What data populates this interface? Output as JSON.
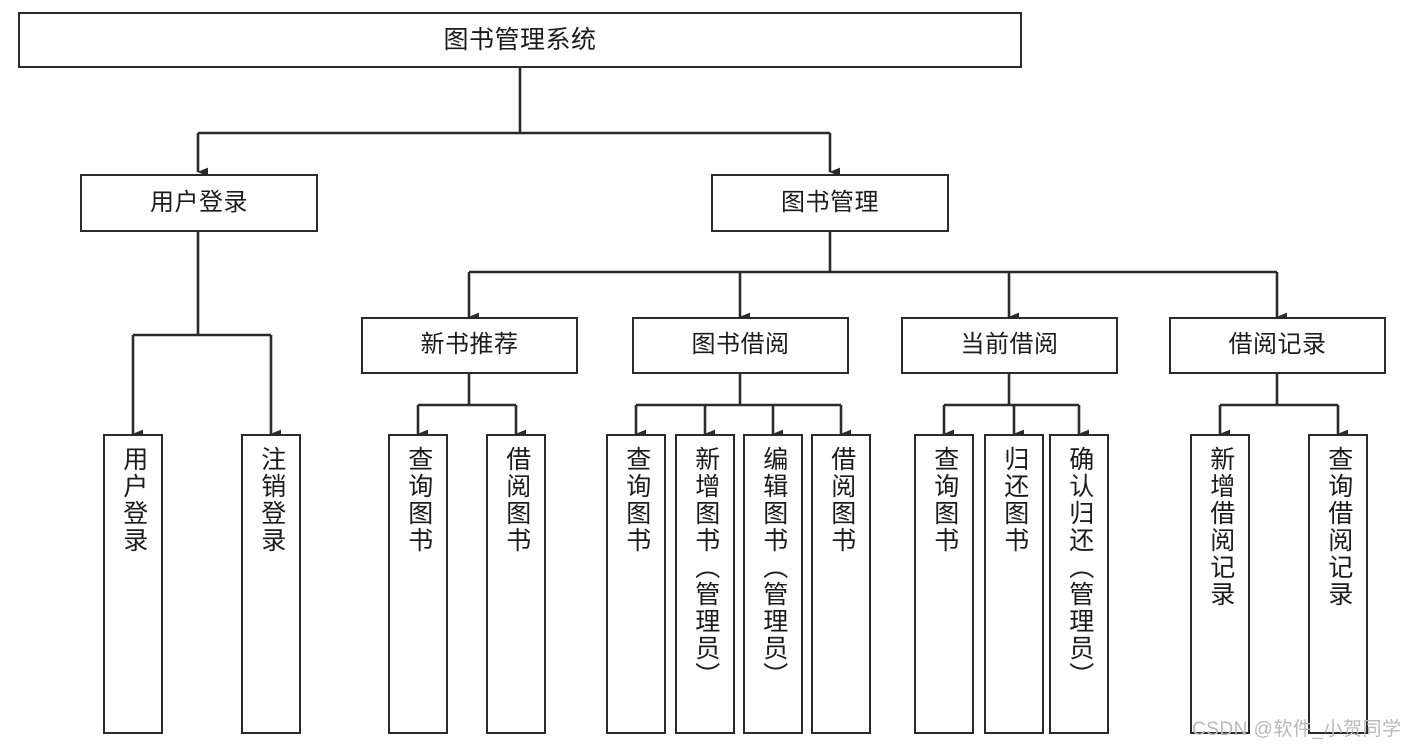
{
  "diagram": {
    "title": "图书管理系统",
    "type": "tree-hierarchy-chart",
    "watermark": "CSDN @软件_小贺同学",
    "colors": {
      "stroke": "#2b2b2b",
      "background": "#ffffff",
      "text": "#1b1b1b",
      "watermark": "#b9b9b9"
    },
    "levels": {
      "root": {
        "label": "图书管理系统"
      },
      "level2": [
        {
          "label": "用户登录"
        },
        {
          "label": "图书管理"
        }
      ],
      "level3": [
        {
          "label": "新书推荐"
        },
        {
          "label": "图书借阅"
        },
        {
          "label": "当前借阅"
        },
        {
          "label": "借阅记录"
        }
      ],
      "leaves": {
        "user_login": [
          {
            "label": "用户登录"
          },
          {
            "label": "注销登录"
          }
        ],
        "new_book_recommend": [
          {
            "label": "查询图书"
          },
          {
            "label": "借阅图书"
          }
        ],
        "book_borrow": [
          {
            "label": "查询图书"
          },
          {
            "label": "新增图书（管理员）"
          },
          {
            "label": "编辑图书（管理员）"
          },
          {
            "label": "借阅图书"
          }
        ],
        "current_borrow": [
          {
            "label": "查询图书"
          },
          {
            "label": "归还图书"
          },
          {
            "label": "确认归还（管理员）"
          }
        ],
        "borrow_record": [
          {
            "label": "新增借阅记录"
          },
          {
            "label": "查询借阅记录"
          }
        ]
      }
    }
  }
}
